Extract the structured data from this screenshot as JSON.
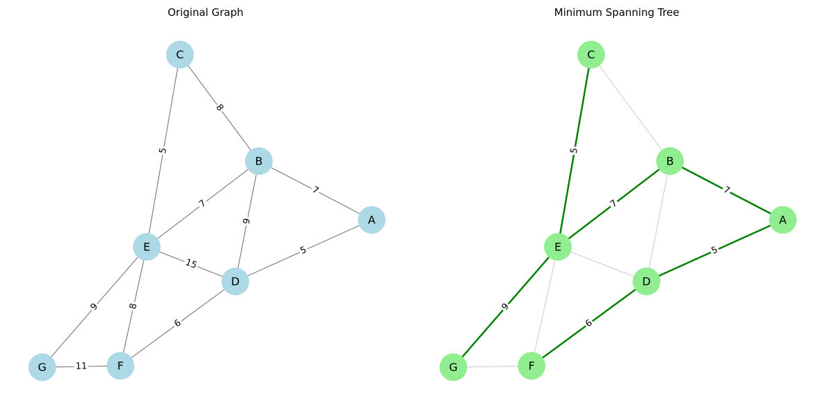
{
  "panels": [
    {
      "title": "Original Graph",
      "node_color": "#add8e6",
      "edge_color": "#808080",
      "nodes": [
        "C",
        "B",
        "A",
        "E",
        "D",
        "G",
        "F"
      ],
      "edges": [
        {
          "u": "C",
          "v": "B",
          "weight": "8"
        },
        {
          "u": "C",
          "v": "E",
          "weight": "5"
        },
        {
          "u": "B",
          "v": "A",
          "weight": "7"
        },
        {
          "u": "B",
          "v": "E",
          "weight": "7"
        },
        {
          "u": "B",
          "v": "D",
          "weight": "9"
        },
        {
          "u": "A",
          "v": "D",
          "weight": "5"
        },
        {
          "u": "E",
          "v": "D",
          "weight": "15"
        },
        {
          "u": "E",
          "v": "G",
          "weight": "9"
        },
        {
          "u": "E",
          "v": "F",
          "weight": "8"
        },
        {
          "u": "D",
          "v": "F",
          "weight": "6"
        },
        {
          "u": "G",
          "v": "F",
          "weight": "11"
        }
      ]
    },
    {
      "title": "Minimum Spanning Tree",
      "node_color": "#90ee90",
      "edge_color": "#d3d3d3",
      "tree_edge_color": "#008000",
      "nodes": [
        "C",
        "B",
        "A",
        "E",
        "D",
        "G",
        "F"
      ],
      "edges": [
        {
          "u": "C",
          "v": "B"
        },
        {
          "u": "B",
          "v": "D"
        },
        {
          "u": "E",
          "v": "D"
        },
        {
          "u": "E",
          "v": "F"
        },
        {
          "u": "G",
          "v": "F"
        },
        {
          "u": "C",
          "v": "E",
          "weight": "5",
          "tree": true
        },
        {
          "u": "B",
          "v": "A",
          "weight": "7",
          "tree": true
        },
        {
          "u": "B",
          "v": "E",
          "weight": "7",
          "tree": true
        },
        {
          "u": "A",
          "v": "D",
          "weight": "5",
          "tree": true
        },
        {
          "u": "E",
          "v": "G",
          "weight": "9",
          "tree": true
        },
        {
          "u": "D",
          "v": "F",
          "weight": "6",
          "tree": true
        }
      ]
    }
  ]
}
